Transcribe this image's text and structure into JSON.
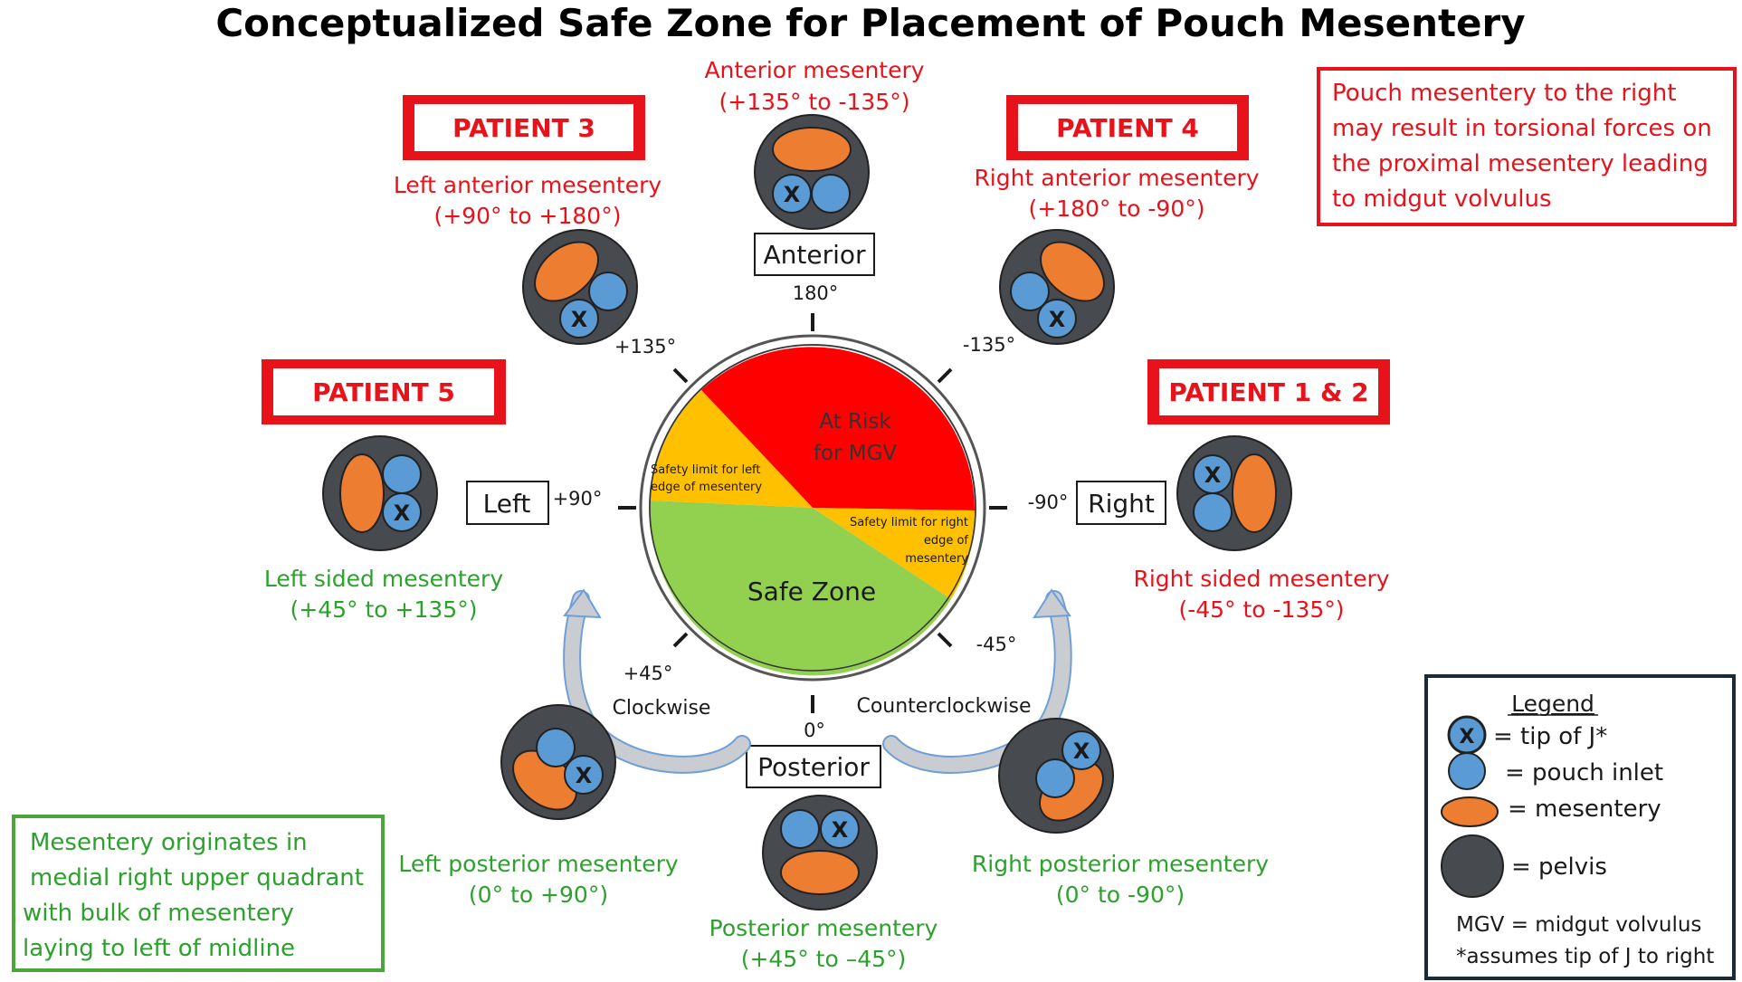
{
  "title": "Conceptualized Safe Zone for Placement of Pouch Mesentery",
  "colors": {
    "red": "#e8121b",
    "green": "#2ca12c",
    "risk_fill": "#ff0000",
    "safe_fill": "#92d050",
    "limit_fill": "#ffc000",
    "pelvis": "#474a4f",
    "inlet": "#5b9bd5",
    "mesentery": "#ed7d31",
    "arrow": "#c9cdd2",
    "arrow_edge": "#6f9fd8",
    "legend_border": "#1b2a38",
    "note_green": "#4aa63a"
  },
  "dial": {
    "zones": {
      "risk_label_1": "At Risk",
      "risk_label_2": "for MGV",
      "safe_label": "Safe Zone",
      "left_limit_1": "Safety limit for left",
      "left_limit_2": "edge of mesentery",
      "right_limit_1": "Safety limit for right",
      "right_limit_2": "edge of",
      "right_limit_3": "mesentery"
    },
    "ticks": {
      "t180": "180°",
      "tp135": "+135°",
      "tm135": "-135°",
      "tp90": "+90°",
      "tm90": "-90°",
      "tp45": "+45°",
      "tm45": "-45°",
      "t0": "0°"
    },
    "axis_labels": {
      "anterior": "Anterior",
      "posterior": "Posterior",
      "left": "Left",
      "right": "Right"
    },
    "rotation": {
      "clockwise": "Clockwise",
      "counterclockwise": "Counterclockwise"
    }
  },
  "patients": {
    "p3": "PATIENT 3",
    "p4": "PATIENT 4",
    "p5": "PATIENT 5",
    "p12": "PATIENT 1 & 2"
  },
  "positions": {
    "anterior": {
      "name": "Anterior mesentery",
      "range": "(+135° to -135°)"
    },
    "left_anterior": {
      "name": "Left anterior mesentery",
      "range": "(+90° to +180°)"
    },
    "right_anterior": {
      "name": "Right anterior mesentery",
      "range": "(+180° to -90°)"
    },
    "left": {
      "name": "Left sided mesentery",
      "range": "(+45° to +135°)"
    },
    "right": {
      "name": "Right sided mesentery",
      "range": "(-45° to -135°)"
    },
    "left_posterior": {
      "name": "Left posterior mesentery",
      "range": "(0° to +90°)"
    },
    "right_posterior": {
      "name": "Right posterior mesentery",
      "range": "(0° to -90°)"
    },
    "posterior": {
      "name": "Posterior mesentery",
      "range": "(+45° to –45°)"
    }
  },
  "inlet_mark": "X",
  "warning_note": [
    "Pouch mesentery to the right",
    "may result in torsional forces on",
    "the proximal mesentery leading",
    "to midgut volvulus"
  ],
  "origin_note": [
    "Mesentery originates in",
    "medial right upper quadrant",
    "with bulk of mesentery",
    "laying to left of midline"
  ],
  "legend": {
    "title": "Legend",
    "tip": "= tip of J*",
    "inlet": "= pouch inlet",
    "mesentery": "= mesentery",
    "pelvis": "= pelvis",
    "mgv": "MGV = midgut volvulus",
    "assumes": "*assumes tip of J to right"
  }
}
